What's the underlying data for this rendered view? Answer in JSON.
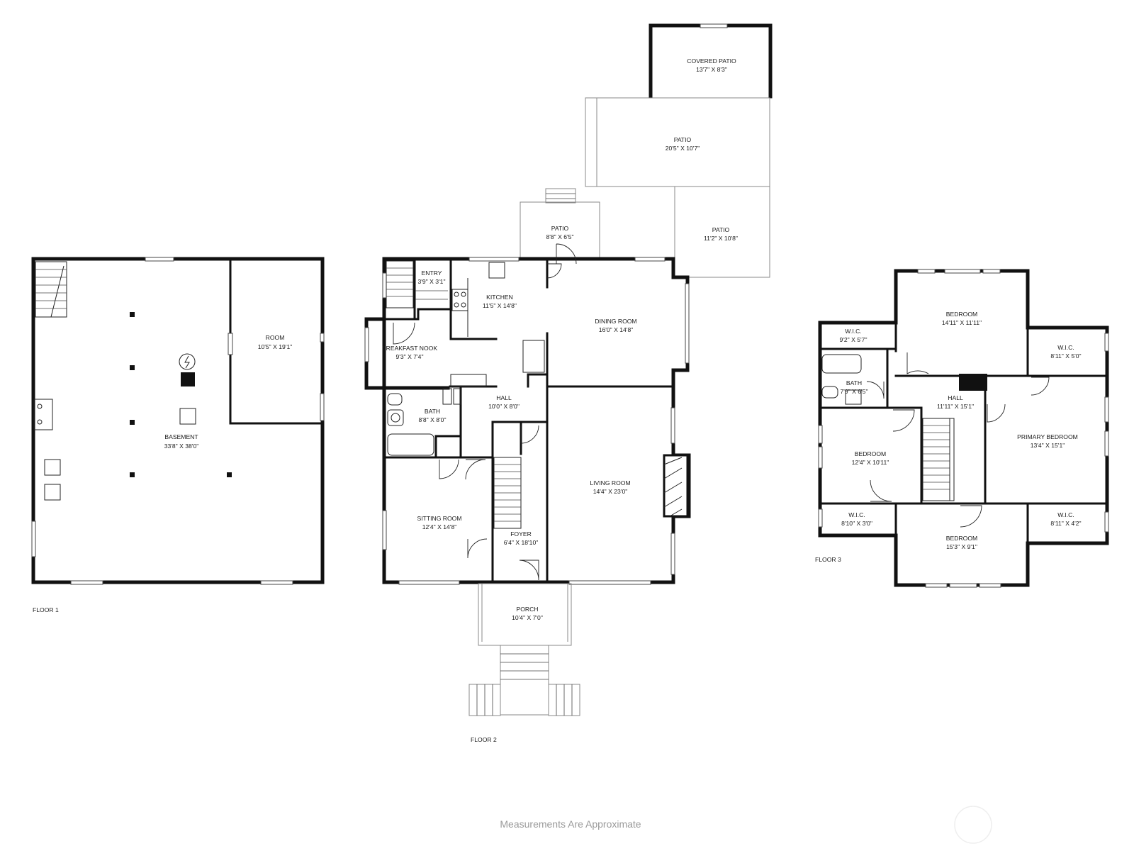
{
  "floors": [
    {
      "id": "floor1",
      "label": "FLOOR 1",
      "rooms": [
        {
          "id": "basement",
          "name": "BASEMENT",
          "dims": "33'8\" X 38'0\""
        },
        {
          "id": "room",
          "name": "ROOM",
          "dims": "10'5\" X 19'1\""
        }
      ]
    },
    {
      "id": "floor2",
      "label": "FLOOR 2",
      "rooms": [
        {
          "id": "covered-patio",
          "name": "COVERED PATIO",
          "dims": "13'7\" X 8'3\""
        },
        {
          "id": "patio-large",
          "name": "PATIO",
          "dims": "20'5\" X 10'7\""
        },
        {
          "id": "patio-small",
          "name": "PATIO",
          "dims": "8'8\" X 6'5\""
        },
        {
          "id": "patio-right",
          "name": "PATIO",
          "dims": "11'2\" X 10'8\""
        },
        {
          "id": "entry",
          "name": "ENTRY",
          "dims": "3'9\" X 3'1\""
        },
        {
          "id": "kitchen",
          "name": "KITCHEN",
          "dims": "11'5\" X 14'8\""
        },
        {
          "id": "dining-room",
          "name": "DINING ROOM",
          "dims": "16'0\" X 14'8\""
        },
        {
          "id": "breakfast-nook",
          "name": "BREAKFAST NOOK",
          "dims": "9'3\" X 7'4\""
        },
        {
          "id": "bath2",
          "name": "BATH",
          "dims": "8'8\" X 8'0\""
        },
        {
          "id": "hall2",
          "name": "HALL",
          "dims": "10'0\" X 8'0\""
        },
        {
          "id": "living-room",
          "name": "LIVING ROOM",
          "dims": "14'4\" X 23'0\""
        },
        {
          "id": "sitting-room",
          "name": "SITTING ROOM",
          "dims": "12'4\" X 14'8\""
        },
        {
          "id": "foyer",
          "name": "FOYER",
          "dims": "6'4\" X 18'10\""
        },
        {
          "id": "porch",
          "name": "PORCH",
          "dims": "10'4\" X 7'0\""
        }
      ]
    },
    {
      "id": "floor3",
      "label": "FLOOR 3",
      "rooms": [
        {
          "id": "wic-tl",
          "name": "W.I.C.",
          "dims": "9'2\" X 5'7\""
        },
        {
          "id": "bedroom-top",
          "name": "BEDROOM",
          "dims": "14'11\" X 11'11\""
        },
        {
          "id": "wic-tr",
          "name": "W.I.C.",
          "dims": "8'11\" X 5'0\""
        },
        {
          "id": "bath3",
          "name": "BATH",
          "dims": "7'9\" X 6'5\""
        },
        {
          "id": "hall3",
          "name": "HALL",
          "dims": "11'11\" X 15'1\""
        },
        {
          "id": "primary-bedroom",
          "name": "PRIMARY BEDROOM",
          "dims": "13'4\" X 15'1\""
        },
        {
          "id": "bedroom-left",
          "name": "BEDROOM",
          "dims": "12'4\" X 10'11\""
        },
        {
          "id": "wic-bl",
          "name": "W.I.C.",
          "dims": "8'10\" X 3'0\""
        },
        {
          "id": "wic-br",
          "name": "W.I.C.",
          "dims": "8'11\" X 4'2\""
        },
        {
          "id": "bedroom-bottom",
          "name": "BEDROOM",
          "dims": "15'3\" X 9'1\""
        }
      ]
    }
  ],
  "footer_note": "Measurements Are Approximate",
  "colors": {
    "wall": "#111111",
    "note": "#9a9a9a",
    "background": "#ffffff"
  }
}
